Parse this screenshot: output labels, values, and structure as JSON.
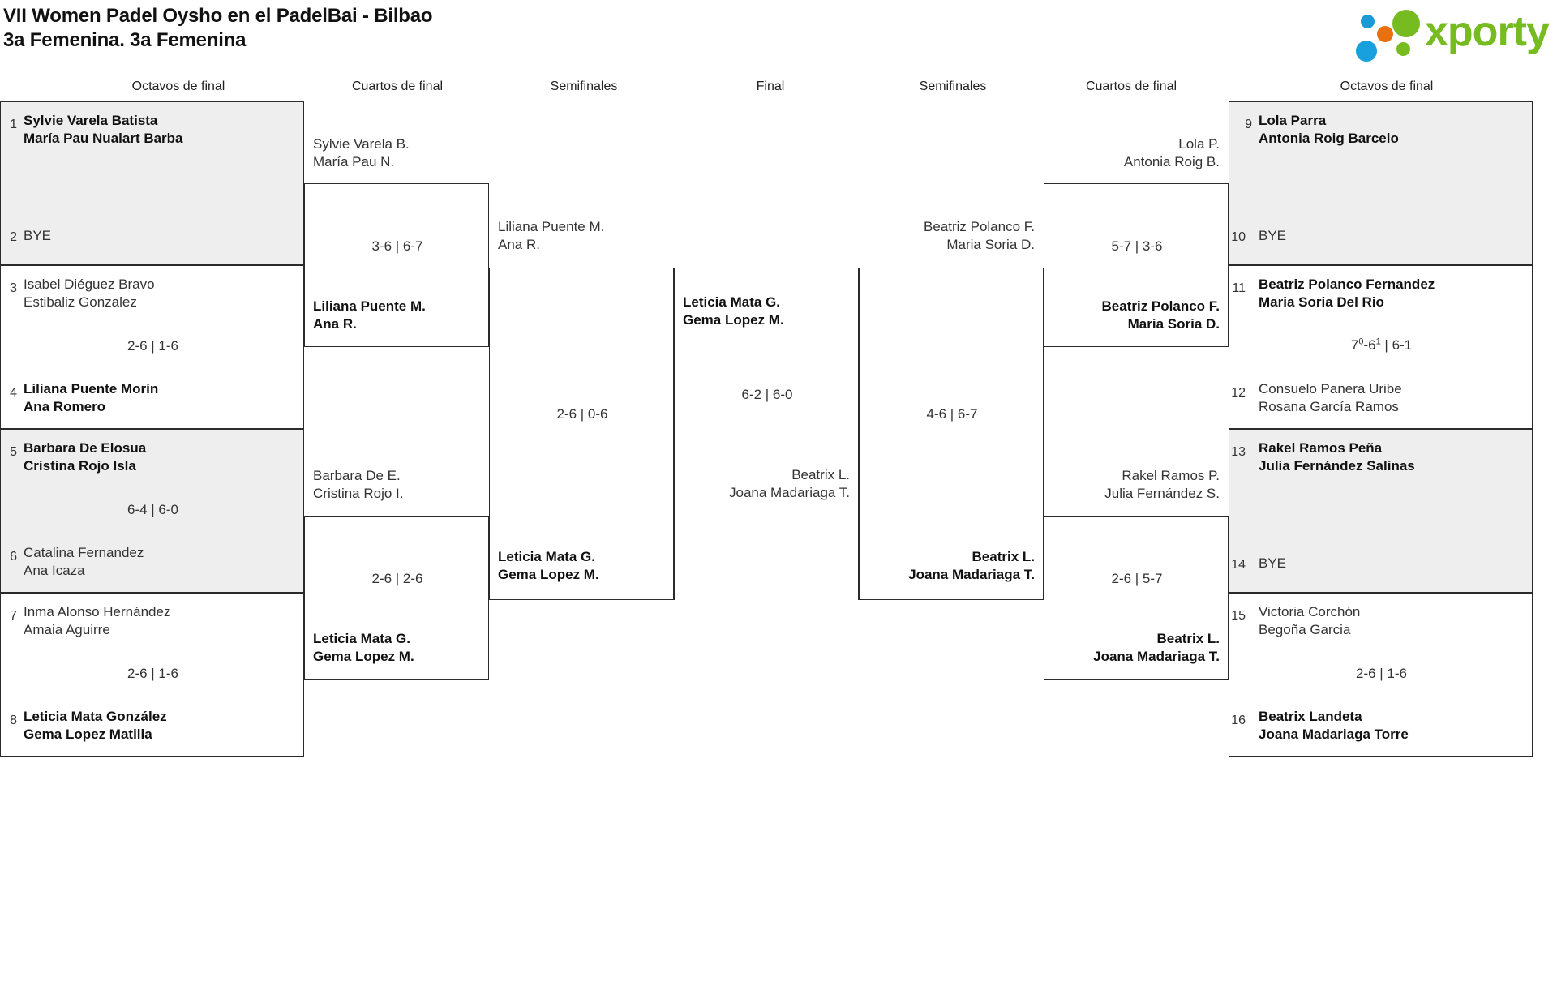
{
  "header": {
    "title_line1": "VII Women Padel Oysho en el PadelBai - Bilbao",
    "title_line2": "3a Femenina. 3a Femenina",
    "logo_text": "xporty",
    "logo_colors": {
      "green": "#76bc21",
      "blue": "#17a0dd",
      "orange": "#e8700f"
    }
  },
  "round_headers": {
    "left_r16": "Octavos de final",
    "left_qf": "Cuartos de final",
    "left_sf": "Semifinales",
    "final": "Final",
    "right_sf": "Semifinales",
    "right_qf": "Cuartos de final",
    "right_r16": "Octavos de final"
  },
  "left": {
    "r16": [
      {
        "shaded": true,
        "top": {
          "seed": "1",
          "p1": "Sylvie Varela Batista",
          "p2": "María Pau Nualart Barba",
          "winner": true
        },
        "bottom": {
          "seed": "2",
          "bye": "BYE"
        },
        "score": ""
      },
      {
        "shaded": false,
        "top": {
          "seed": "3",
          "p1": "Isabel Diéguez Bravo",
          "p2": "Estibaliz Gonzalez",
          "winner": false
        },
        "bottom": {
          "seed": "4",
          "p1": "Liliana Puente Morín",
          "p2": "Ana Romero",
          "winner": true
        },
        "score": "2-6 | 1-6"
      },
      {
        "shaded": true,
        "top": {
          "seed": "5",
          "p1": "Barbara De Elosua",
          "p2": "Cristina Rojo Isla",
          "winner": true
        },
        "bottom": {
          "seed": "6",
          "p1": "Catalina Fernandez",
          "p2": "Ana Icaza",
          "winner": false
        },
        "score": "6-4 | 6-0"
      },
      {
        "shaded": false,
        "top": {
          "seed": "7",
          "p1": "Inma Alonso Hernández",
          "p2": "Amaia Aguirre",
          "winner": false
        },
        "bottom": {
          "seed": "8",
          "p1": "Leticia Mata González",
          "p2": "Gema Lopez Matilla",
          "winner": true
        },
        "score": "2-6 | 1-6"
      }
    ],
    "qf": [
      {
        "top": {
          "p1": "Sylvie Varela B.",
          "p2": "María Pau N.",
          "winner": false
        },
        "bottom": {
          "p1": "Liliana Puente M.",
          "p2": "Ana R.",
          "winner": true
        },
        "score": "3-6 | 6-7"
      },
      {
        "top": {
          "p1": "Barbara De E.",
          "p2": "Cristina Rojo I.",
          "winner": false
        },
        "bottom": {
          "p1": "Leticia Mata G.",
          "p2": "Gema Lopez M.",
          "winner": true
        },
        "score": "2-6 | 2-6"
      }
    ],
    "sf": [
      {
        "top": {
          "p1": "Liliana Puente M.",
          "p2": "Ana R.",
          "winner": false
        },
        "bottom": {
          "p1": "Leticia Mata G.",
          "p2": "Gema Lopez M.",
          "winner": true
        },
        "score": "2-6 | 0-6"
      }
    ]
  },
  "final": {
    "top": {
      "p1": "Leticia Mata G.",
      "p2": "Gema Lopez M.",
      "winner": true
    },
    "bottom": {
      "p1": "Beatrix L.",
      "p2": "Joana Madariaga T.",
      "winner": false
    },
    "score": "6-2 | 6-0"
  },
  "right": {
    "sf": [
      {
        "top": {
          "p1": "Beatriz Polanco F.",
          "p2": "Maria Soria D.",
          "winner": false
        },
        "bottom": {
          "p1": "Beatrix L.",
          "p2": "Joana Madariaga T.",
          "winner": true
        },
        "score": "4-6 | 6-7"
      }
    ],
    "qf": [
      {
        "top": {
          "p1": "Lola P.",
          "p2": "Antonia Roig B.",
          "winner": false
        },
        "bottom": {
          "p1": "Beatriz Polanco F.",
          "p2": "Maria Soria D.",
          "winner": true
        },
        "score": "5-7 | 3-6"
      },
      {
        "top": {
          "p1": "Rakel Ramos P.",
          "p2": "Julia Fernández S.",
          "winner": false
        },
        "bottom": {
          "p1": "Beatrix L.",
          "p2": "Joana Madariaga T.",
          "winner": true
        },
        "score": "2-6 | 5-7"
      }
    ],
    "r16": [
      {
        "shaded": true,
        "top": {
          "seed": "9",
          "p1": "Lola Parra",
          "p2": "Antonia Roig Barcelo",
          "winner": true
        },
        "bottom": {
          "seed": "10",
          "bye": "BYE"
        },
        "score": ""
      },
      {
        "shaded": false,
        "top": {
          "seed": "11",
          "p1": "Beatriz Polanco Fernandez",
          "p2": "Maria Soria Del Rio",
          "winner": true
        },
        "bottom": {
          "seed": "12",
          "p1": "Consuelo Panera Uribe",
          "p2": "Rosana García Ramos",
          "winner": false
        },
        "score_html": "7<sup>0</sup>-6<sup>1</sup> | 6-1"
      },
      {
        "shaded": true,
        "top": {
          "seed": "13",
          "p1": "Rakel Ramos Peña",
          "p2": "Julia Fernández Salinas",
          "winner": true
        },
        "bottom": {
          "seed": "14",
          "bye": "BYE"
        },
        "score": ""
      },
      {
        "shaded": false,
        "top": {
          "seed": "15",
          "p1": "Victoria Corchón",
          "p2": "Begoña Garcia",
          "winner": false
        },
        "bottom": {
          "seed": "16",
          "p1": "Beatrix Landeta",
          "p2": "Joana Madariaga Torre",
          "winner": true
        },
        "score": "2-6 | 1-6"
      }
    ]
  }
}
